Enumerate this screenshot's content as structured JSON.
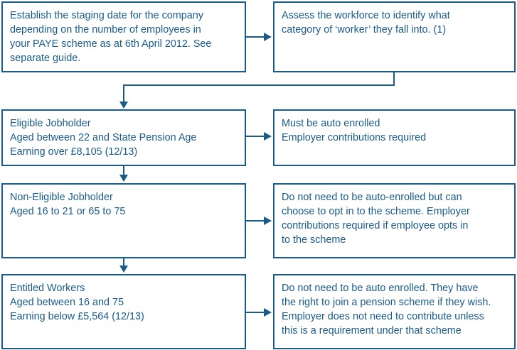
{
  "boxes": {
    "staging": "Establish the staging date for the company\ndepending on the number of employees in\nyour PAYE scheme as at 6th April 2012. See\nseparate guide.",
    "assess": "Assess the workforce to identify what\ncategory of ‘worker’ they fall into. (1)",
    "eligible": "Eligible Jobholder\nAged between 22 and State Pension Age\nEarning over £8,105 (12/13)",
    "eligible_outcome": "Must be auto enrolled\nEmployer contributions required",
    "non_eligible": "Non-Eligible Jobholder\nAged 16 to 21 or 65 to 75",
    "non_eligible_outcome": "Do not need to be auto-enrolled but can\nchoose to opt in to the scheme. Employer\ncontributions required if employee opts in\nto the scheme",
    "entitled": "Entitled Workers\nAged between 16 and 75\nEarning below £5,564 (12/13)",
    "entitled_outcome": "Do not need to be auto enrolled. They have\nthe right to join a pension scheme if they wish.\nEmployer does not need to contribute unless\nthis is a requirement under that scheme"
  },
  "colors": {
    "primary": "#1b5b8a"
  }
}
